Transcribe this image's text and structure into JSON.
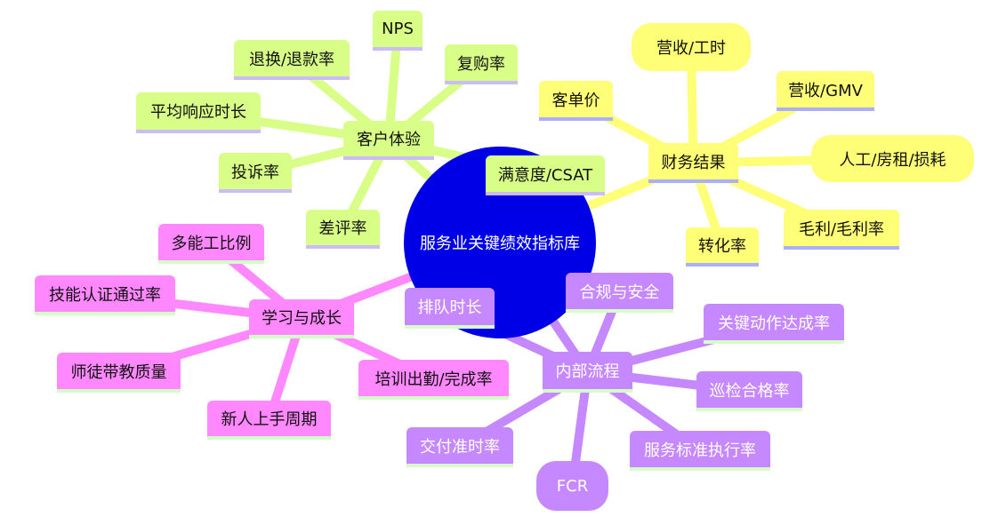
{
  "center": {
    "label": "服务业关键绩效指标库",
    "color": "#0000e6"
  },
  "branches": {
    "customer": {
      "label": "客户体验",
      "color": "#d8fe88",
      "children": [
        "NPS",
        "退换/退款率",
        "复购率",
        "平均响应时长",
        "投诉率",
        "差评率",
        "满意度/CSAT"
      ]
    },
    "finance": {
      "label": "财务结果",
      "color": "#ffff77",
      "children": [
        "营收/工时",
        "客单价",
        "营收/GMV",
        "人工/房租/损耗",
        "毛利/毛利率",
        "转化率"
      ]
    },
    "learning": {
      "label": "学习与成长",
      "color": "#ff88ff",
      "children": [
        "多能工比例",
        "技能认证通过率",
        "师徒带教质量",
        "新人上手周期",
        "培训出勤/完成率"
      ]
    },
    "process": {
      "label": "内部流程",
      "color": "#c588ff",
      "children": [
        "排队时长",
        "合规与安全",
        "关键动作达成率",
        "巡检合格率",
        "服务标准执行率",
        "FCR",
        "交付准时率"
      ]
    }
  }
}
